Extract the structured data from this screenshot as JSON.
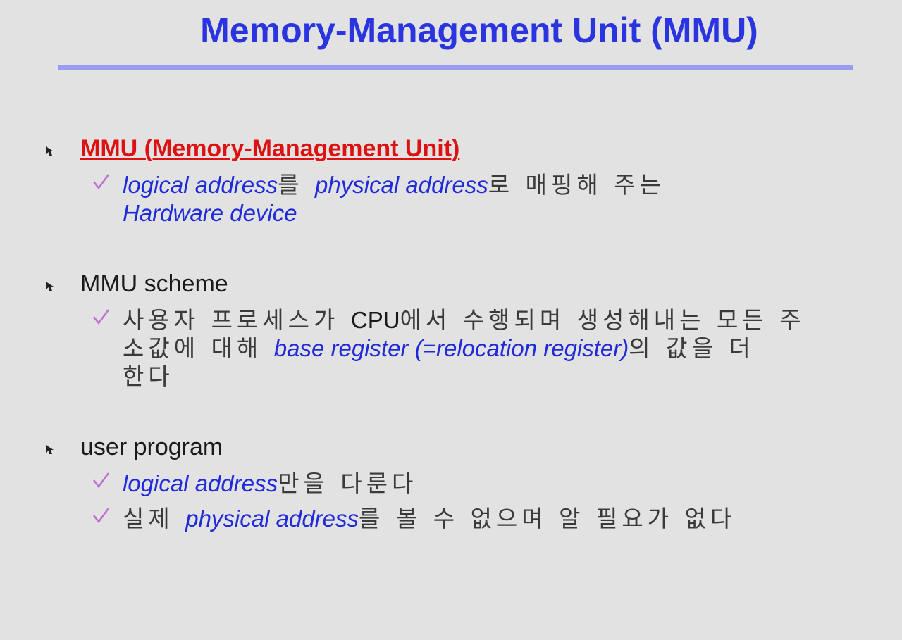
{
  "title": "Memory-Management Unit (MMU)",
  "sections": [
    {
      "heading": "MMU (Memory-Management Unit)",
      "items": [
        {
          "line1": [
            {
              "t": "logical address",
              "s": "it"
            },
            {
              "t": "를 ",
              "s": "ko"
            },
            {
              "t": "physical address",
              "s": "it"
            },
            {
              "t": "로 매핑해 주는",
              "s": "ko"
            }
          ],
          "line2": [
            {
              "t": "Hardware device",
              "s": "it"
            }
          ]
        }
      ]
    },
    {
      "heading": "MMU scheme",
      "items": [
        {
          "line1": [
            {
              "t": "사용자 프로세스가 ",
              "s": "ko"
            },
            {
              "t": "CPU",
              "s": "plain"
            },
            {
              "t": "에서 수행되며 생성해내는 모든 주",
              "s": "ko"
            }
          ],
          "line2": [
            {
              "t": "소값에 대해 ",
              "s": "ko"
            },
            {
              "t": "base register (=relocation register)",
              "s": "it"
            },
            {
              "t": "의 값을 더",
              "s": "ko"
            }
          ],
          "line3": [
            {
              "t": "한다",
              "s": "ko"
            }
          ]
        }
      ]
    },
    {
      "heading": "user program",
      "items": [
        {
          "line1": [
            {
              "t": "logical address",
              "s": "it"
            },
            {
              "t": "만을 다룬다",
              "s": "ko"
            }
          ]
        },
        {
          "line1": [
            {
              "t": "실제 ",
              "s": "ko"
            },
            {
              "t": "physical address",
              "s": "it"
            },
            {
              "t": "를 볼 수 없으며 알 필요가 없다",
              "s": "ko"
            }
          ]
        }
      ]
    }
  ],
  "colors": {
    "title": "#2a35e0",
    "rule": "#9a9cf0",
    "highlight": "#dd1111",
    "term": "#1f2ad8",
    "check": "#c070d0"
  },
  "icons": {
    "bullet": "arrow-down-right-icon",
    "sub_bullet": "checkmark-icon"
  }
}
